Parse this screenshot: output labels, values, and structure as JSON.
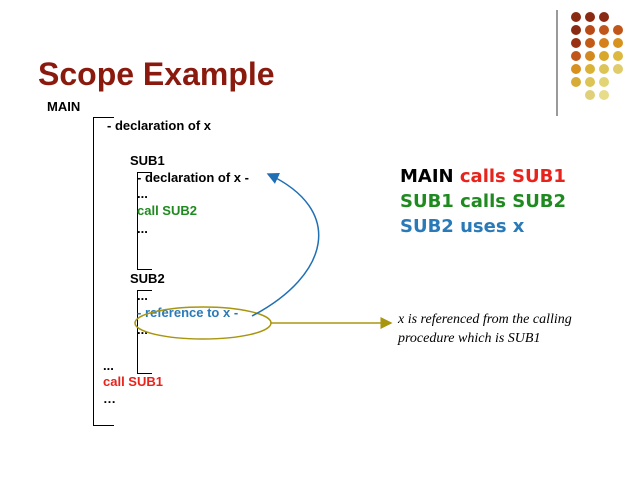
{
  "slide": {
    "title": "Scope Example",
    "code": {
      "main": "MAIN",
      "main_decl": "- declaration of x",
      "sub1": "SUB1",
      "sub1_decl": "- declaration of x -",
      "sub1_dots1": "...",
      "sub1_call": "call SUB2",
      "sub1_dots2": "...",
      "sub2": "SUB2",
      "sub2_dots1": "...",
      "sub2_ref": "- reference to x -",
      "sub2_dots2": "...",
      "main_dots": "...",
      "main_call": "call SUB1",
      "main_ellipsis": "…"
    },
    "summary": {
      "line1_main": "MAIN",
      "line1_calls": "calls SUB1",
      "line2": "SUB1 calls SUB2",
      "line3": "SUB2 uses x"
    },
    "note": "x is referenced from the calling procedure which is SUB1"
  },
  "colors": {
    "title": "#8a1a0e",
    "green": "#1f8a1f",
    "blue": "#2a7ab8",
    "red": "#e8231c",
    "arrow_olive": "#a8960e",
    "arrow_blue": "#1f6fb5"
  }
}
